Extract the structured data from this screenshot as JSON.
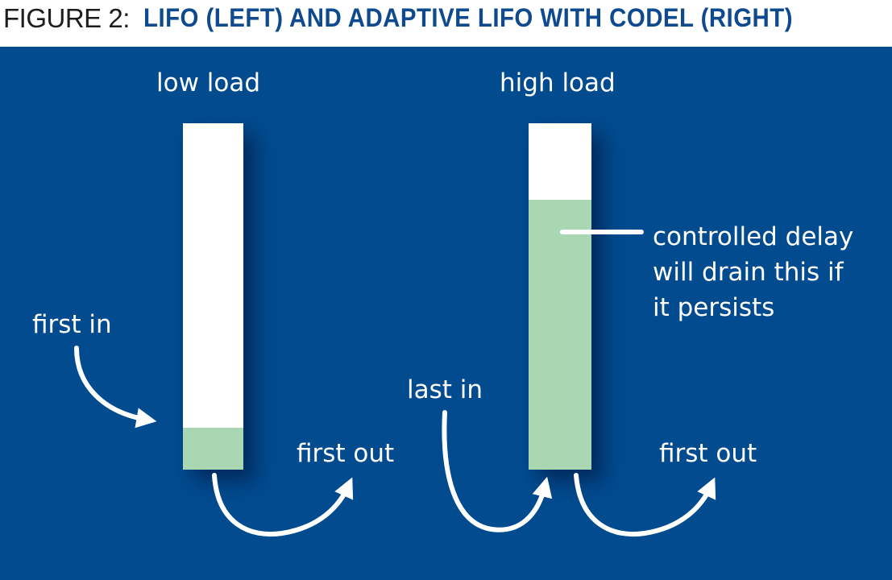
{
  "figure": {
    "label": "FIGURE 2:",
    "title": "LIFO (LEFT) AND ADAPTIVE LIFO WITH CODEL (RIGHT)"
  },
  "left_panel": {
    "heading": "low load",
    "queue_fill_fraction": 0.12,
    "first_in_label": "first in",
    "first_out_label": "first out"
  },
  "right_panel": {
    "heading": "high load",
    "queue_fill_fraction": 0.78,
    "last_in_label": "last in",
    "first_out_label": "first out",
    "annotation": {
      "line1": "controlled delay",
      "line2": "will drain this if",
      "line3": "it persists"
    }
  },
  "colors": {
    "background": "#024b8f",
    "queue_empty": "#ffffff",
    "queue_filled": "#a8d7b2",
    "title_accent": "#0f4a8f"
  }
}
